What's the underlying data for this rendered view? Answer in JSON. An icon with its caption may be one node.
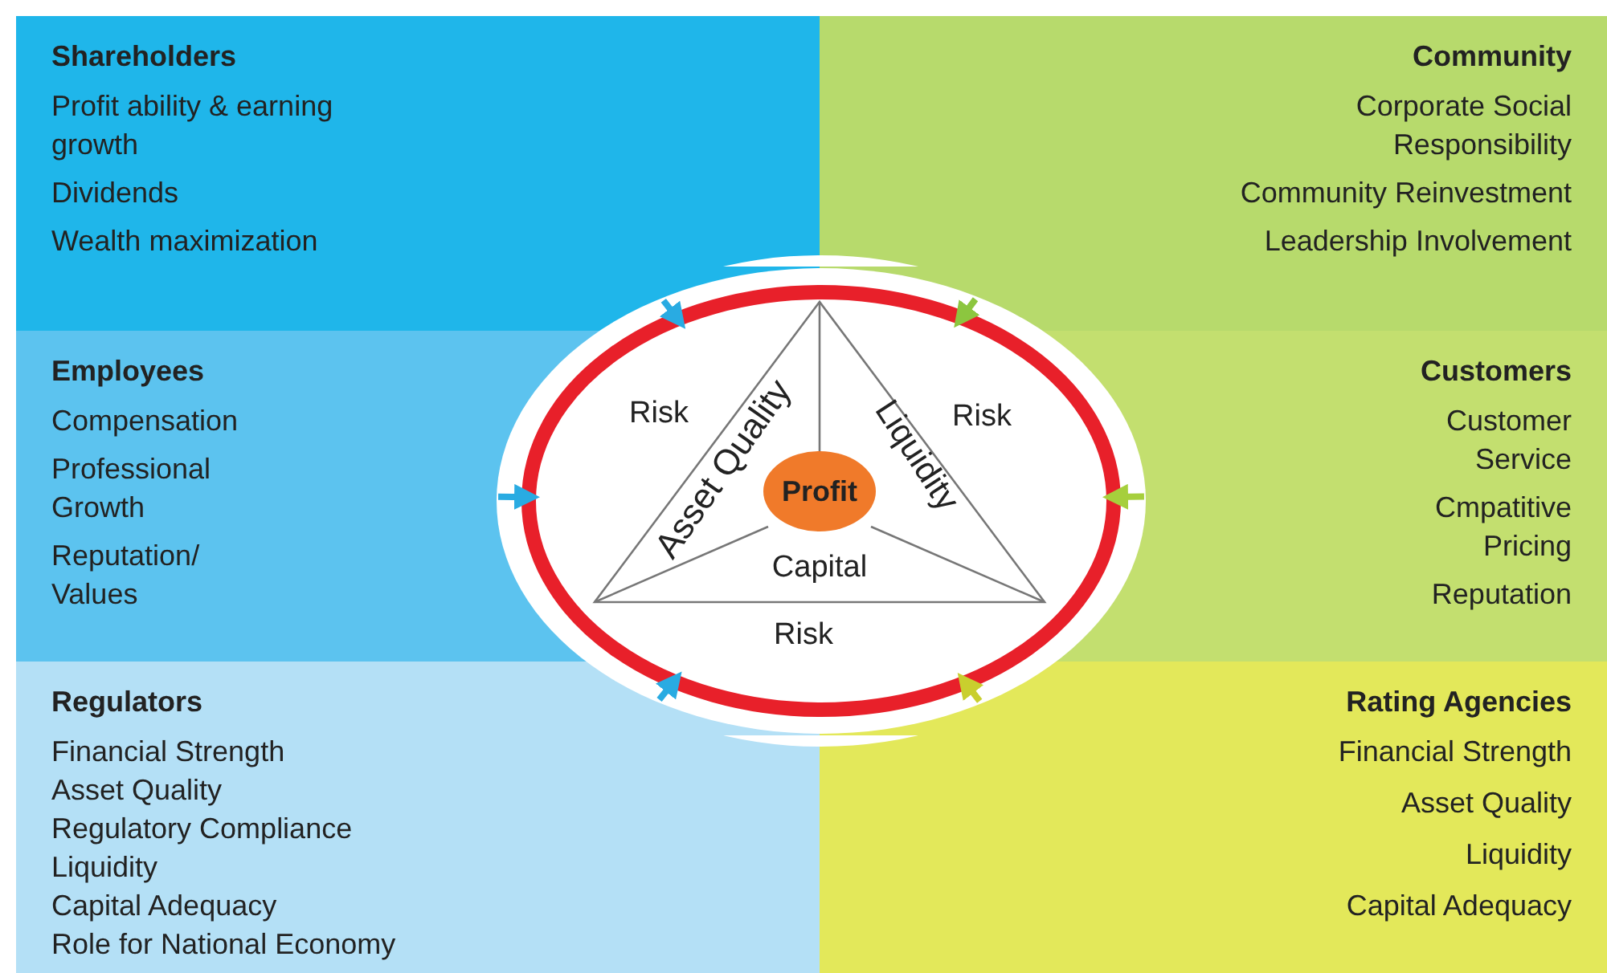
{
  "diagram": {
    "nodes": [
      {
        "text": [
          "Shareholders",
          "Profit ability & earning growth",
          "Dividends",
          "Wealth maximization"
        ]
      },
      {
        "text": [
          "Community",
          "Corporate Social Responsibility",
          "Community Reinvestment",
          "Leadership Involvement"
        ]
      },
      {
        "text": [
          "Employees",
          "Compensation",
          "Professional Growth",
          "Reputation/ Values"
        ]
      },
      {
        "text": [
          "Customers",
          "Customer Service",
          "Cmpatitive Pricing",
          "Reputation"
        ]
      },
      {
        "text": [
          "Regulators",
          "Financial Strength",
          "Asset Quality",
          "Regulatory Compliance",
          "Liquidity",
          "Capital Adequacy",
          "Role for National Economy"
        ]
      },
      {
        "text": [
          "Rating Agencies",
          "Financial Strength",
          "Asset Quality",
          "Liquidity",
          "Capital Adequacy"
        ]
      },
      {
        "text": [
          "Risk",
          "Risk",
          "Risk"
        ]
      },
      {
        "text": [
          "Asset Quality",
          "Liquidity",
          "Capital"
        ],
        "in": 6
      },
      {
        "text": [
          "Profit"
        ],
        "in": 7
      }
    ],
    "edges": [
      {
        "from": 0,
        "to": 6,
        "arrow": "to",
        "color": "#29abe2"
      },
      {
        "from": 1,
        "to": 6,
        "arrow": "to",
        "color": "#8cc63f"
      },
      {
        "from": 2,
        "to": 6,
        "arrow": "to",
        "color": "#29abe2"
      },
      {
        "from": 3,
        "to": 6,
        "arrow": "to",
        "color": "#a6cf3c"
      },
      {
        "from": 4,
        "to": 6,
        "arrow": "to",
        "color": "#29abe2"
      },
      {
        "from": 5,
        "to": 6,
        "arrow": "to",
        "color": "#c9cf2e"
      }
    ]
  }
}
